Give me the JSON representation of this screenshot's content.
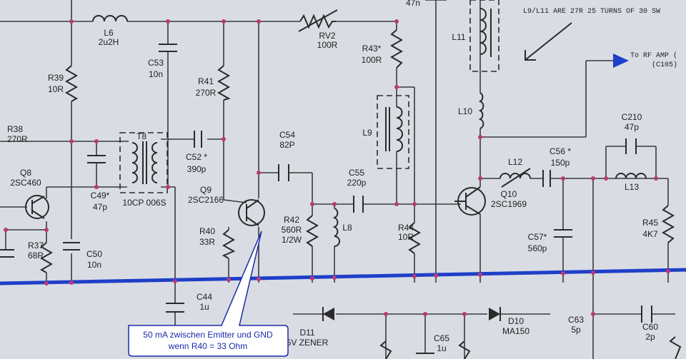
{
  "notes": {
    "coil_note": "L9/L11 ARE 27R 25 TURNS OF 30 SW",
    "rf_out_1": "To RF AMP (",
    "rf_out_2": "(C105)",
    "top_value": "47n"
  },
  "labels": {
    "L6": [
      "L6",
      "2u2H"
    ],
    "RV2": [
      "RV2",
      "100R"
    ],
    "R43": [
      "R43*",
      "100R"
    ],
    "L11": [
      "L11"
    ],
    "L10": [
      "L10"
    ],
    "R39": [
      "R39",
      "10R"
    ],
    "R38": [
      "R38",
      "270R"
    ],
    "C53": [
      "C53",
      "10n"
    ],
    "R41": [
      "R41",
      "270R"
    ],
    "C54": [
      "C54",
      "82P"
    ],
    "L9": [
      "L9"
    ],
    "C210": [
      "C210",
      "47p"
    ],
    "T8": [
      "T8"
    ],
    "C52": [
      "C52 *",
      "390p"
    ],
    "Q8": [
      "Q8",
      "2SC460"
    ],
    "C49": [
      "C49*",
      "47p"
    ],
    "T8_part": [
      "10CP 006S"
    ],
    "Q9": [
      "Q9",
      "2SC2166"
    ],
    "C55": [
      "C55",
      "220p"
    ],
    "L12": [
      "L12"
    ],
    "C56": [
      "C56 *",
      "150p"
    ],
    "L13": [
      "L13"
    ],
    "Q10": [
      "Q10",
      "2SC1969"
    ],
    "R42": [
      "R42",
      "560R",
      "1/2W"
    ],
    "L8": [
      "L8"
    ],
    "R44": [
      "R44",
      "10R"
    ],
    "R45": [
      "R45",
      "4K7"
    ],
    "R40": [
      "R40",
      "33R"
    ],
    "R37": [
      "R37",
      "68R"
    ],
    "C50": [
      "C50",
      "10n"
    ],
    "C57": [
      "C57*",
      "560p"
    ],
    "C44": [
      "C44",
      "1u"
    ],
    "D11": [
      "D11",
      "5V ZENER"
    ],
    "C65": [
      "C65",
      "1u"
    ],
    "D10": [
      "D10",
      "MA150"
    ],
    "C63": [
      "C63",
      "5p"
    ],
    "C60": [
      "C60",
      "2p"
    ]
  },
  "callout": {
    "line1": "50 mA zwischen Emitter und GND",
    "line2": "wenn R40 = 33 Ohm"
  },
  "colors": {
    "ground_bus": "#1f3fc8",
    "junction": "#b83a7a",
    "callout_border": "#1b2aa8",
    "callout_text": "#1b2aa8",
    "arrow": "#1f3fc8"
  }
}
